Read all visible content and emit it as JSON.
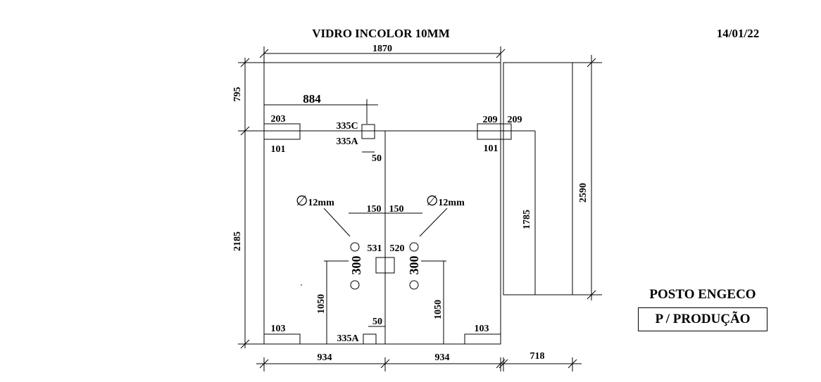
{
  "header": {
    "title": "VIDRO INCOLOR 10MM",
    "date": "14/01/22"
  },
  "info": {
    "posto": "POSTO ENGECO",
    "status": "P / PRODUÇÃO"
  },
  "dimensions": {
    "total_width": "1870",
    "top_height": "795",
    "bottom_height": "2185",
    "side_total_height": "2590",
    "side_panel_height": "1785",
    "side_panel_width": "718",
    "offset_884": "884",
    "bottom_left": "934",
    "bottom_right": "934",
    "h_1050_left": "1050",
    "h_1050_right": "1050",
    "h_300_left": "300",
    "h_300_right": "300",
    "c_150_left": "150",
    "c_150_right": "150"
  },
  "cutouts": {
    "top_left_w": "203",
    "top_left_h": "101",
    "top_right_w": "209",
    "top_right_w2": "209",
    "top_right_h": "101",
    "center_top_a": "335C",
    "center_top_b": "335A",
    "center_top_50": "50",
    "bottom_left": "103",
    "bottom_right": "103",
    "bottom_center": "335A",
    "bottom_center_50": "50",
    "center_531": "531",
    "center_520": "520"
  },
  "holes": {
    "left_label": "12mm",
    "right_label": "12mm",
    "diameter_symbol": "∅"
  }
}
